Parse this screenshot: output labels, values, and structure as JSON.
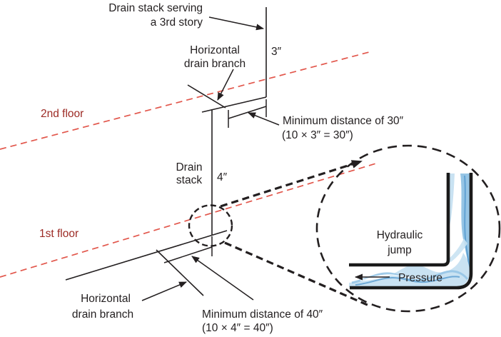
{
  "figure_type": "plumbing-code-diagram",
  "colors": {
    "background": "#ffffff",
    "ink": "#231f20",
    "pipe": "#1a1a1a",
    "floor_line": "#e2574c",
    "floor_text": "#9c2a24",
    "water_light": "#c9e2f2",
    "water_mid": "#96c5e5",
    "water_deep": "#4f96cc",
    "water_highlight": "#ffffff"
  },
  "labels": {
    "stack3_line1": "Drain stack serving",
    "stack3_line2": "a 3rd story",
    "branch2_line1": "Horizontal",
    "branch2_line2": "drain branch",
    "dia3": "3″",
    "floor2": "2nd floor",
    "min30_line1": "Minimum distance of 30″",
    "min30_line2": "(10 × 3″ = 30″)",
    "drainstack_line1": "Drain",
    "drainstack_line2": "stack",
    "dia4": "4″",
    "floor1": "1st floor",
    "branch1_line1": "Horizontal",
    "branch1_line2": "drain branch",
    "min40_line1": "Minimum distance of 40″",
    "min40_line2": "(10 × 4″ = 40″)",
    "inset_line1": "Hydraulic",
    "inset_line2": "jump",
    "pressure": "Pressure"
  }
}
